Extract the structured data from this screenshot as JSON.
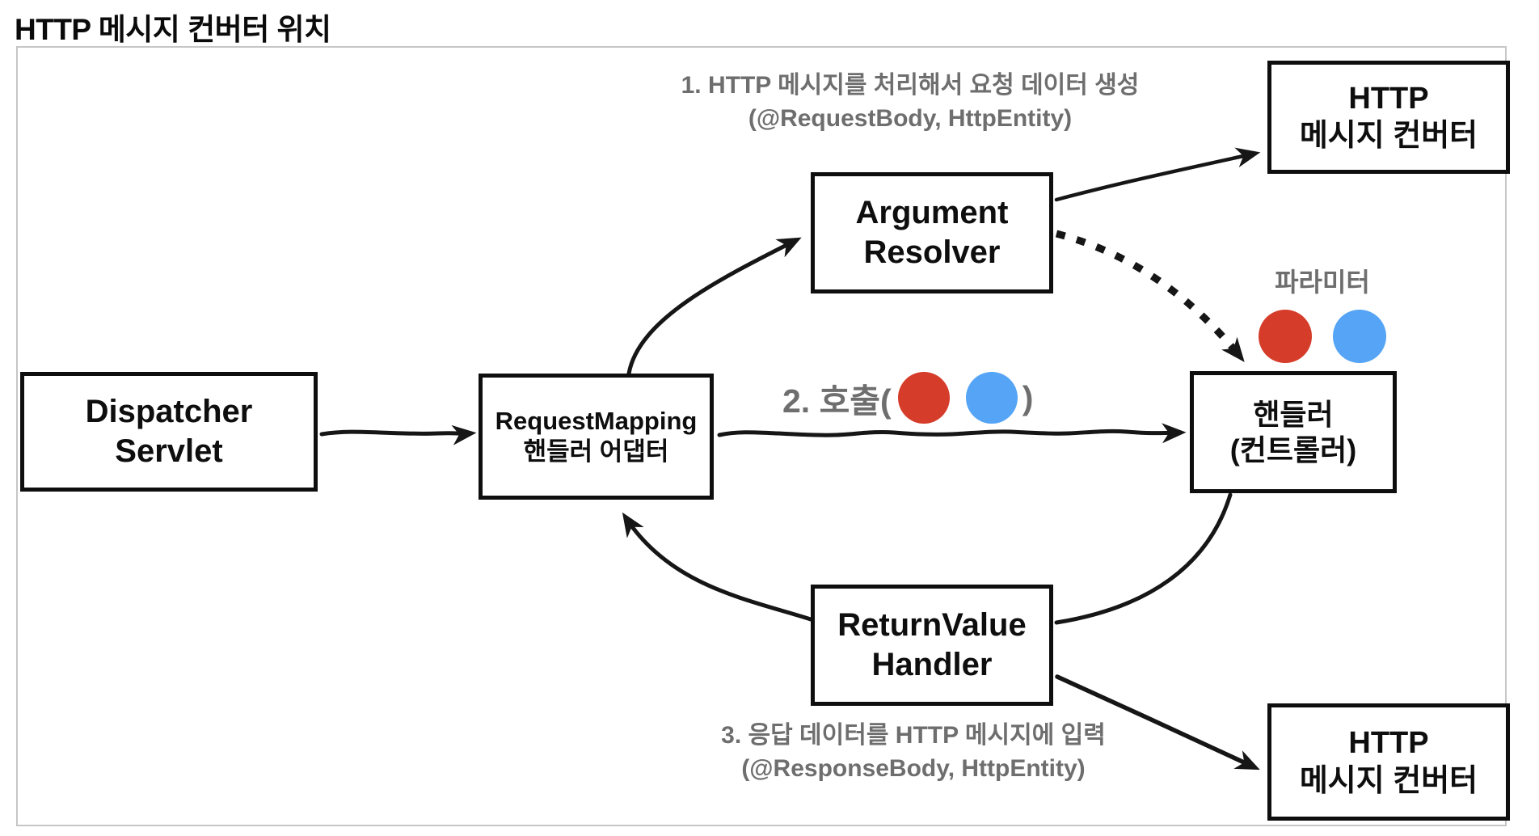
{
  "page": {
    "title": "HTTP 메시지 컨버터 위치"
  },
  "colors": {
    "red": "#d63c2a",
    "blue": "#55a4f5",
    "gray_text": "#6e6e6e",
    "line": "#161616",
    "frame_border": "#c6c6c6"
  },
  "boxes": {
    "dispatcher_servlet": {
      "line1": "Dispatcher",
      "line2": "Servlet"
    },
    "handler_adapter": {
      "line1": "RequestMapping",
      "line2": "핸들러 어댑터"
    },
    "argument_resolver": {
      "line1": "Argument",
      "line2": "Resolver"
    },
    "handler": {
      "line1": "핸들러",
      "line2": "(컨트롤러)"
    },
    "return_value_handler": {
      "line1": "ReturnValue",
      "line2": "Handler"
    },
    "http_converter_top": {
      "line1": "HTTP",
      "line2": "메시지 컨버터"
    },
    "http_converter_bottom": {
      "line1": "HTTP",
      "line2": "메시지 컨버터"
    }
  },
  "annotations": {
    "step1_line1": "1. HTTP 메시지를 처리해서 요청 데이터 생성",
    "step1_line2": "(@RequestBody, HttpEntity)",
    "step2_call_prefix": "2. 호출(",
    "step2_call_suffix": ")",
    "step3_line1": "3. 응답 데이터를 HTTP 메시지에 입력",
    "step3_line2": "(@ResponseBody, HttpEntity)",
    "parameter_label": "파라미터"
  }
}
